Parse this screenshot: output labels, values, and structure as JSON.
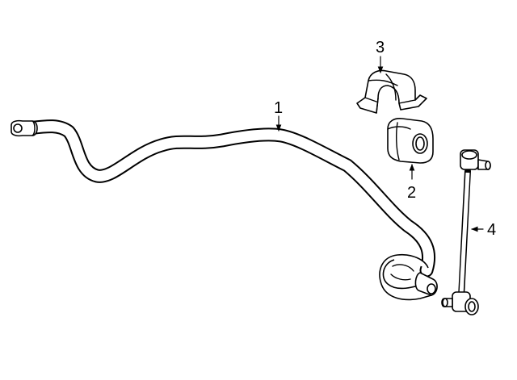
{
  "diagram": {
    "callouts": [
      {
        "id": "callout-1",
        "label": "1"
      },
      {
        "id": "callout-2",
        "label": "2"
      },
      {
        "id": "callout-3",
        "label": "3"
      },
      {
        "id": "callout-4",
        "label": "4"
      }
    ]
  }
}
